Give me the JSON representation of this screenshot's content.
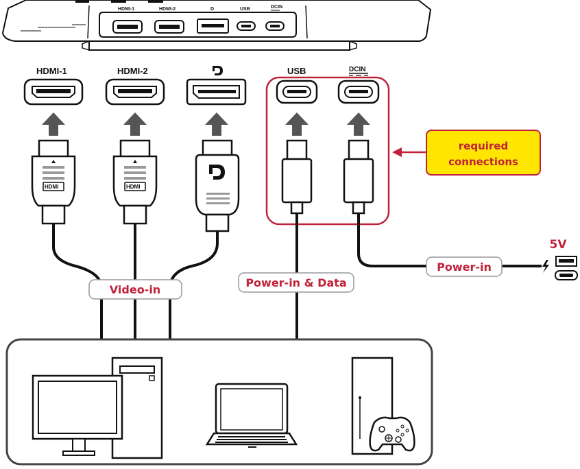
{
  "device_ports": {
    "hdmi1": "HDMI-1",
    "hdmi2": "HDMI-2",
    "dp": "D",
    "usb": "USB",
    "dcin": "DCIN"
  },
  "port_labels": {
    "hdmi1": "HDMI-1",
    "hdmi2": "HDMI-2",
    "dp": "D",
    "usb": "USB",
    "dcin": "DCIN"
  },
  "connector_text": {
    "hdmi1": "HDMI",
    "hdmi2": "HDMI",
    "dp": "D"
  },
  "callout": {
    "line1": "required",
    "line2": "connections"
  },
  "pills": {
    "video_in": "Video-in",
    "power_data": "Power-in & Data",
    "power_in": "Power-in"
  },
  "voltage": "5V",
  "colors": {
    "accent": "#c0223a",
    "callout_fill": "#ffe600",
    "line": "#111111"
  }
}
